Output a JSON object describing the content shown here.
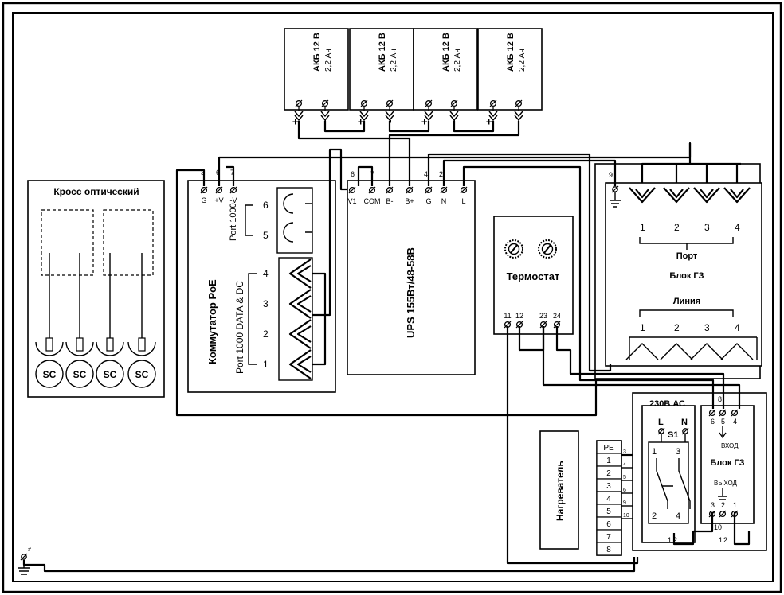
{
  "batteries": {
    "label": "АКБ 12 В",
    "capacity": "2,2 Ач",
    "plus": "+",
    "minus": "-",
    "count": 4
  },
  "cross": {
    "title": "Кросс оптический",
    "connectors": [
      "SC",
      "SC",
      "SC",
      "SC"
    ]
  },
  "poe": {
    "title": "Коммутатор PoE",
    "terminals": [
      "G",
      "+V",
      "-V"
    ],
    "wire_numbers": [
      "3",
      "6",
      "7"
    ],
    "uplink_label": "Port 1000",
    "uplink_ports": [
      "6",
      "5"
    ],
    "data_label": "Port 1000 DATA & DC",
    "data_ports": [
      "4",
      "3",
      "2",
      "1"
    ]
  },
  "ups": {
    "title": "UPS 155Вт/48-58В",
    "terminals": [
      "V1",
      "COM",
      "B-",
      "B+",
      "G",
      "N",
      "L"
    ],
    "wire_numbers": [
      "6",
      "7",
      "4",
      "2"
    ]
  },
  "thermostat": {
    "title": "Термостат",
    "terminals": [
      "11",
      "12",
      "23",
      "24"
    ]
  },
  "gz_top": {
    "wire_number": "9",
    "ports": [
      "1",
      "2",
      "3",
      "4"
    ],
    "port_label": "Порт",
    "title": "Блок ГЗ",
    "line_label": "Линия",
    "line_ports": [
      "1",
      "2",
      "3",
      "4"
    ]
  },
  "heater": {
    "title": "Нагреватель"
  },
  "pe_strip": {
    "header": "PE",
    "rows": [
      "1",
      "2",
      "3",
      "4",
      "5",
      "6",
      "7",
      "8"
    ],
    "wire_numbers": [
      "3",
      "4",
      "5",
      "6",
      "9",
      "10"
    ]
  },
  "power": {
    "title": "230В АС",
    "l": "L",
    "n": "N",
    "switch": "S1",
    "pins": [
      "1",
      "3",
      "2",
      "4"
    ],
    "bottom": [
      "1",
      "2"
    ]
  },
  "gz_bottom": {
    "title": "Блок ГЗ",
    "wire_number": "8",
    "top_pins": [
      "6",
      "5",
      "4"
    ],
    "input_label": "ВХОД",
    "output_label": "ВЫХОД",
    "bottom_pins": [
      "3",
      "2",
      "1"
    ],
    "bottom_wire": "10",
    "bottom_nums": [
      "1",
      "2"
    ]
  },
  "ground": {
    "mark": "#"
  }
}
